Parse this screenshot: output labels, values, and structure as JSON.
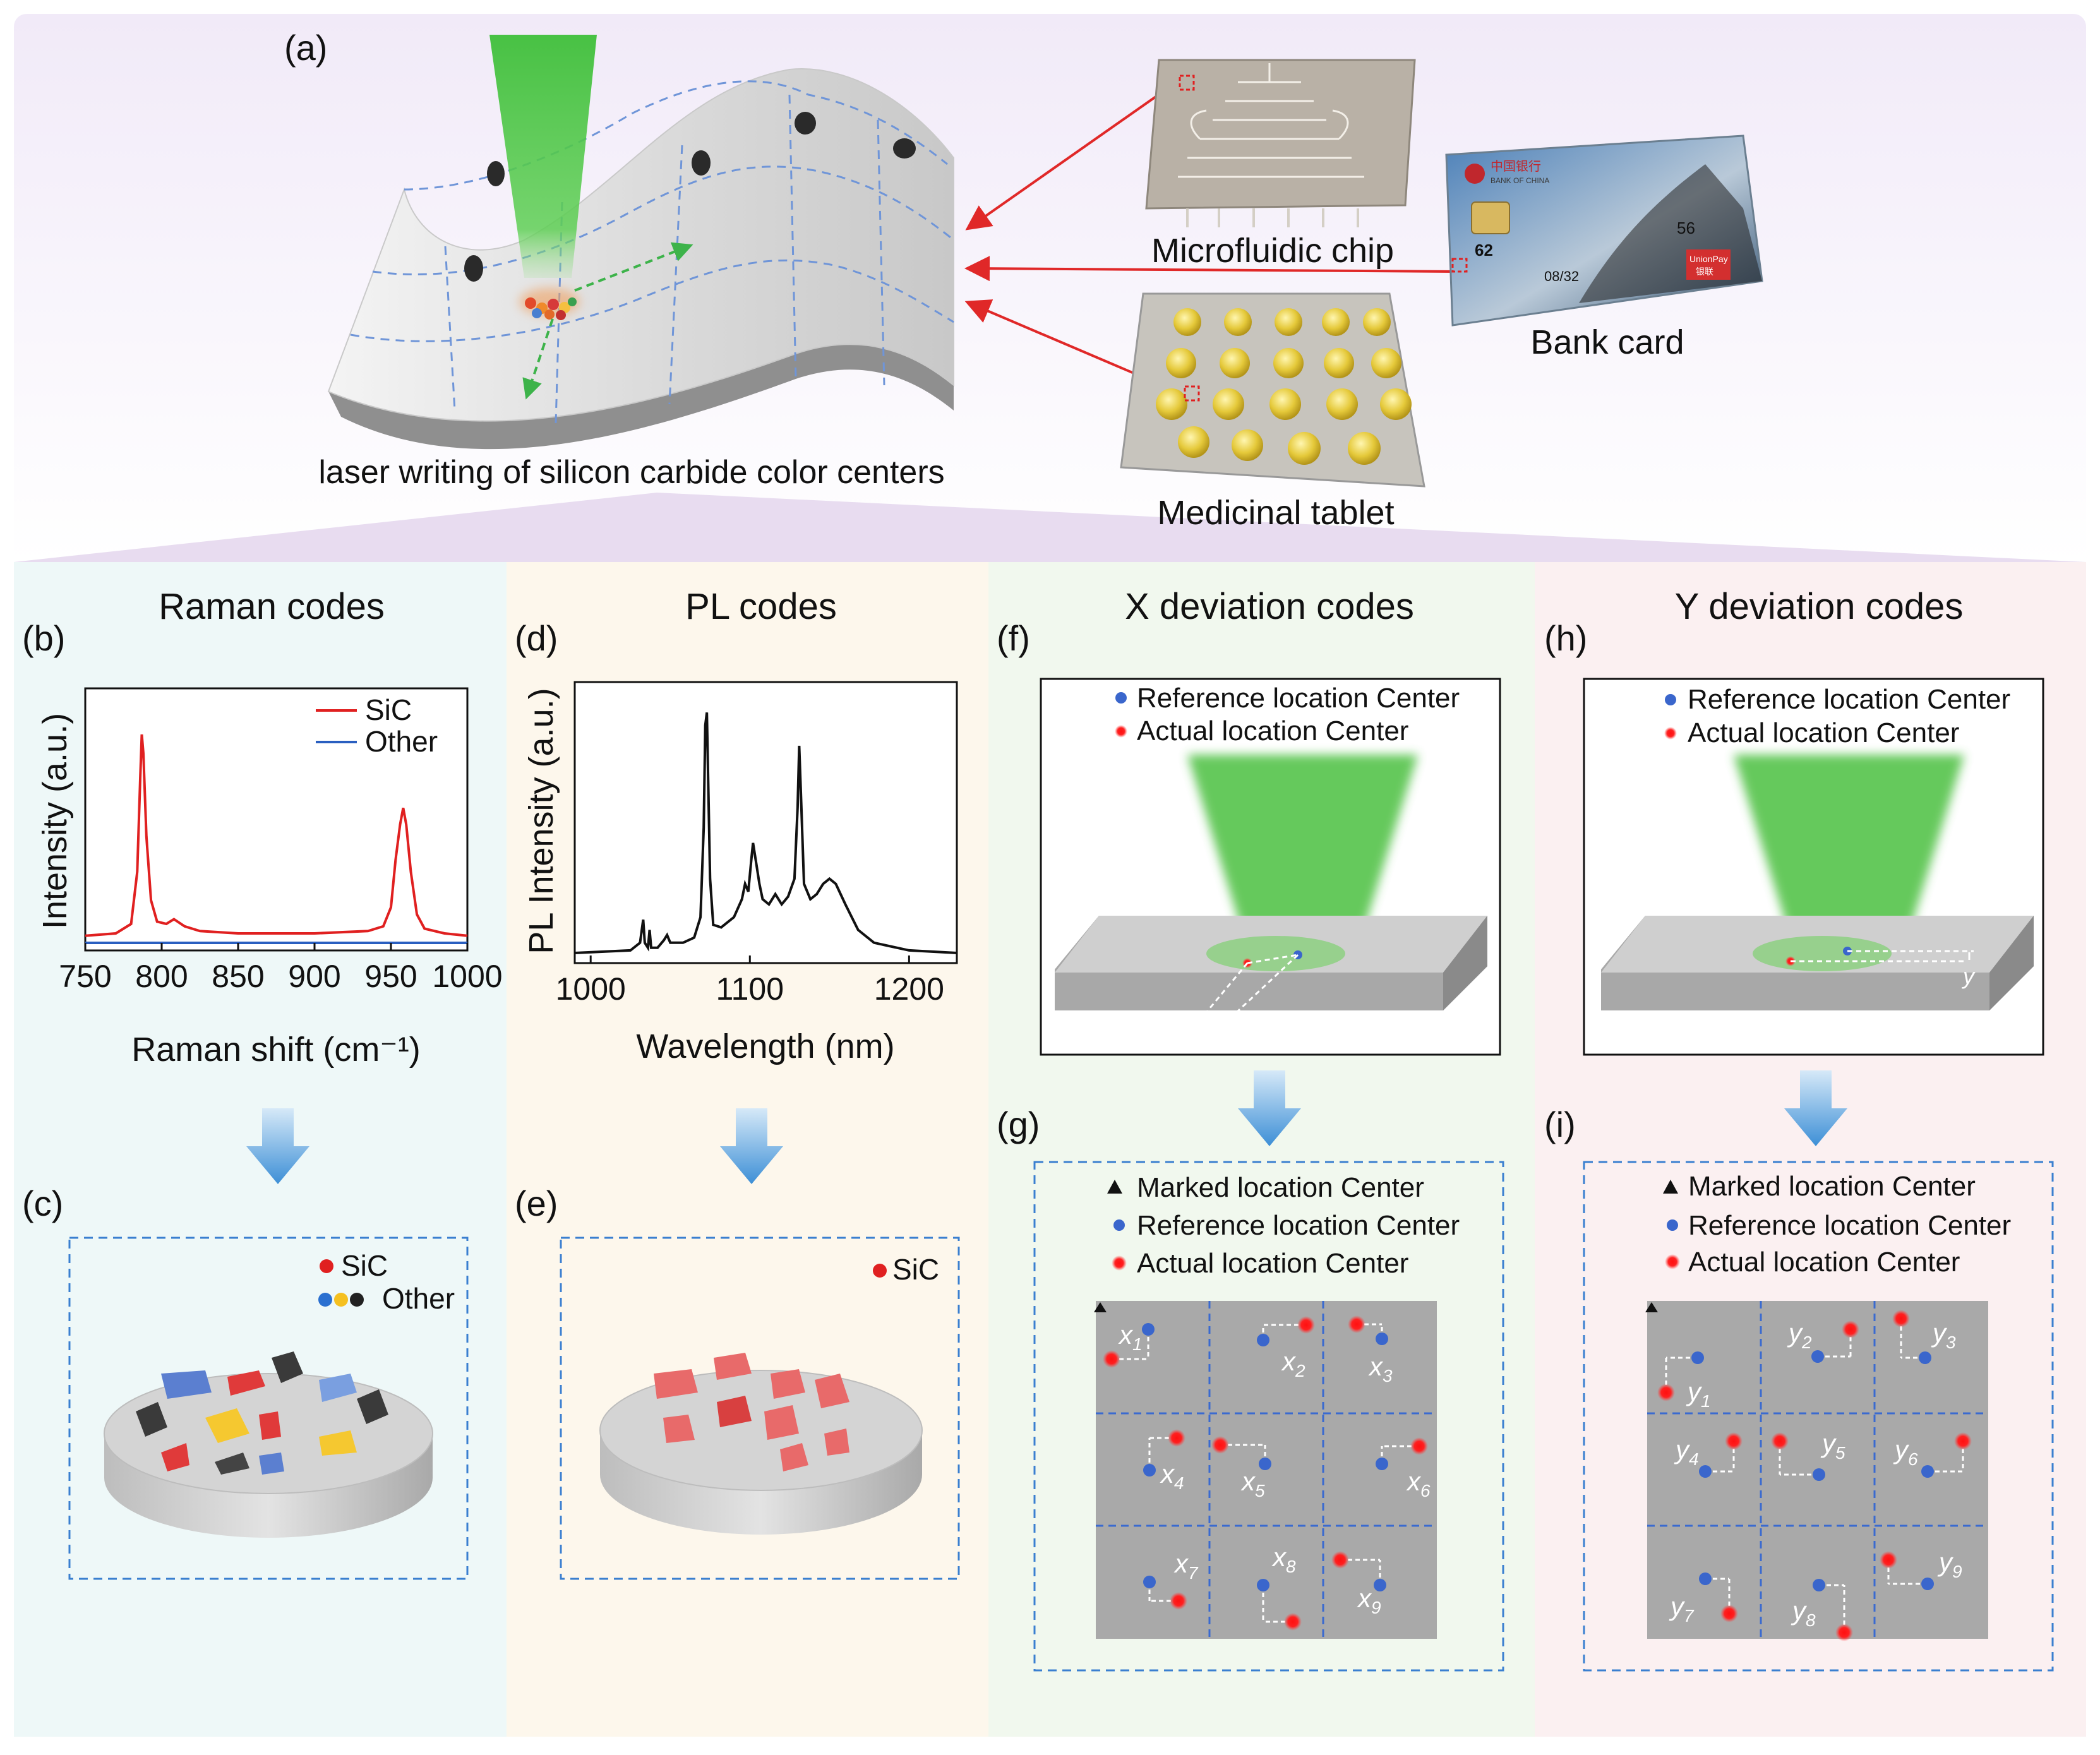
{
  "panel_labels": {
    "a": "(a)",
    "b": "(b)",
    "c": "(c)",
    "d": "(d)",
    "e": "(e)",
    "f": "(f)",
    "g": "(g)",
    "h": "(h)",
    "i": "(i)"
  },
  "top": {
    "caption": "laser writing of silicon carbide color centers",
    "items": {
      "chip": "Microfluidic chip",
      "card": "Bank card",
      "tablet": "Medicinal tablet"
    },
    "card_text": {
      "bank": "中国银行",
      "bank_en": "BANK OF CHINA",
      "n62": "62",
      "n56": "56",
      "date": "08/32",
      "unionpay": "UnionPay",
      "unionpay_cn": "银联"
    }
  },
  "sections": {
    "raman": {
      "title": "Raman codes"
    },
    "pl": {
      "title": "PL codes"
    },
    "xdev": {
      "title": "X deviation codes"
    },
    "ydev": {
      "title": "Y deviation codes"
    }
  },
  "legends": {
    "reference": "Reference location Center",
    "actual": "Actual location Center",
    "marked": "Marked location Center",
    "sic": "SiC",
    "other": "Other"
  },
  "axis_sym": {
    "x": "x",
    "y": "y"
  },
  "dev_subs": [
    "1",
    "2",
    "3",
    "4",
    "5",
    "6",
    "7",
    "8",
    "9"
  ],
  "chart_data": [
    {
      "type": "line",
      "panel": "b",
      "xlabel": "Raman shift (cm⁻¹)",
      "ylabel": "Intensity (a.u.)",
      "xlim": [
        750,
        1000
      ],
      "ticks": [
        750,
        800,
        850,
        900,
        950,
        1000
      ],
      "legend_position": "top-right",
      "series": [
        {
          "name": "SiC",
          "color": "#e02020",
          "points": [
            [
              750,
              0.03
            ],
            [
              770,
              0.04
            ],
            [
              780,
              0.08
            ],
            [
              784,
              0.3
            ],
            [
              786,
              0.7
            ],
            [
              787,
              0.88
            ],
            [
              788,
              0.8
            ],
            [
              790,
              0.45
            ],
            [
              793,
              0.18
            ],
            [
              797,
              0.09
            ],
            [
              803,
              0.08
            ],
            [
              808,
              0.1
            ],
            [
              815,
              0.07
            ],
            [
              825,
              0.05
            ],
            [
              850,
              0.04
            ],
            [
              900,
              0.04
            ],
            [
              935,
              0.05
            ],
            [
              945,
              0.07
            ],
            [
              950,
              0.15
            ],
            [
              953,
              0.35
            ],
            [
              956,
              0.5
            ],
            [
              958,
              0.57
            ],
            [
              960,
              0.5
            ],
            [
              963,
              0.3
            ],
            [
              967,
              0.12
            ],
            [
              972,
              0.06
            ],
            [
              985,
              0.04
            ],
            [
              1000,
              0.03
            ]
          ]
        },
        {
          "name": "Other",
          "color": "#2a5fc0",
          "points": [
            [
              750,
              0.0
            ],
            [
              1000,
              0.0
            ]
          ]
        }
      ]
    },
    {
      "type": "line",
      "panel": "d",
      "xlabel": "Wavelength (nm)",
      "ylabel": "PL Intensity (a.u.)",
      "xlim": [
        990,
        1230
      ],
      "ticks": [
        1000,
        1100,
        1200
      ],
      "series": [
        {
          "color": "#111111",
          "points": [
            [
              990,
              0.01
            ],
            [
              1025,
              0.02
            ],
            [
              1031,
              0.05
            ],
            [
              1033,
              0.14
            ],
            [
              1034,
              0.05
            ],
            [
              1036,
              0.03
            ],
            [
              1037,
              0.1
            ],
            [
              1038,
              0.03
            ],
            [
              1042,
              0.03
            ],
            [
              1046,
              0.06
            ],
            [
              1048,
              0.08
            ],
            [
              1050,
              0.05
            ],
            [
              1058,
              0.05
            ],
            [
              1065,
              0.07
            ],
            [
              1069,
              0.15
            ],
            [
              1071,
              0.5
            ],
            [
              1072,
              0.9
            ],
            [
              1073,
              0.95
            ],
            [
              1075,
              0.3
            ],
            [
              1077,
              0.12
            ],
            [
              1082,
              0.11
            ],
            [
              1090,
              0.15
            ],
            [
              1095,
              0.22
            ],
            [
              1097,
              0.28
            ],
            [
              1099,
              0.25
            ],
            [
              1101,
              0.38
            ],
            [
              1102,
              0.44
            ],
            [
              1104,
              0.36
            ],
            [
              1106,
              0.28
            ],
            [
              1108,
              0.22
            ],
            [
              1112,
              0.2
            ],
            [
              1116,
              0.24
            ],
            [
              1120,
              0.2
            ],
            [
              1124,
              0.23
            ],
            [
              1128,
              0.3
            ],
            [
              1130,
              0.58
            ],
            [
              1131,
              0.82
            ],
            [
              1132,
              0.64
            ],
            [
              1134,
              0.28
            ],
            [
              1138,
              0.22
            ],
            [
              1142,
              0.24
            ],
            [
              1146,
              0.28
            ],
            [
              1150,
              0.3
            ],
            [
              1154,
              0.28
            ],
            [
              1160,
              0.2
            ],
            [
              1168,
              0.1
            ],
            [
              1178,
              0.05
            ],
            [
              1200,
              0.02
            ],
            [
              1230,
              0.01
            ]
          ]
        }
      ]
    }
  ]
}
